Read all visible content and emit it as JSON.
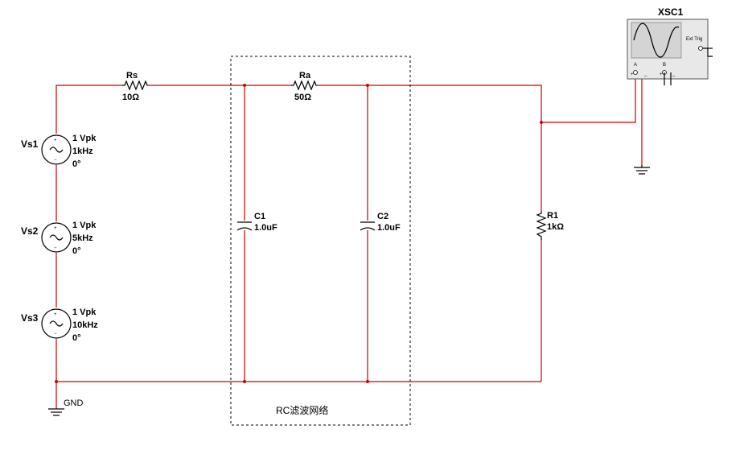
{
  "sources": [
    {
      "name": "Vs1",
      "amplitude": "1 Vpk",
      "frequency": "1kHz",
      "phase": "0°"
    },
    {
      "name": "Vs2",
      "amplitude": "1 Vpk",
      "frequency": "5kHz",
      "phase": "0°"
    },
    {
      "name": "Vs3",
      "amplitude": "1 Vpk",
      "frequency": "10kHz",
      "phase": "0°"
    }
  ],
  "resistors": {
    "rs": {
      "name": "Rs",
      "value": "10Ω"
    },
    "ra": {
      "name": "Ra",
      "value": "50Ω"
    },
    "r1": {
      "name": "R1",
      "value": "1kΩ"
    }
  },
  "capacitors": {
    "c1": {
      "name": "C1",
      "value": "1.0uF"
    },
    "c2": {
      "name": "C2",
      "value": "1.0uF"
    }
  },
  "ground": {
    "label": "GND"
  },
  "filter_box": {
    "label": "RC滤波网络"
  },
  "oscilloscope": {
    "name": "XSC1",
    "ext_trig": "Ext Trig",
    "channel_a": "A",
    "channel_b": "B",
    "plus": "+",
    "minus": "_"
  },
  "colors": {
    "wire": "#cc0000",
    "scope_body": "#e8e8e8",
    "scope_screen": "#d4d4d4"
  }
}
